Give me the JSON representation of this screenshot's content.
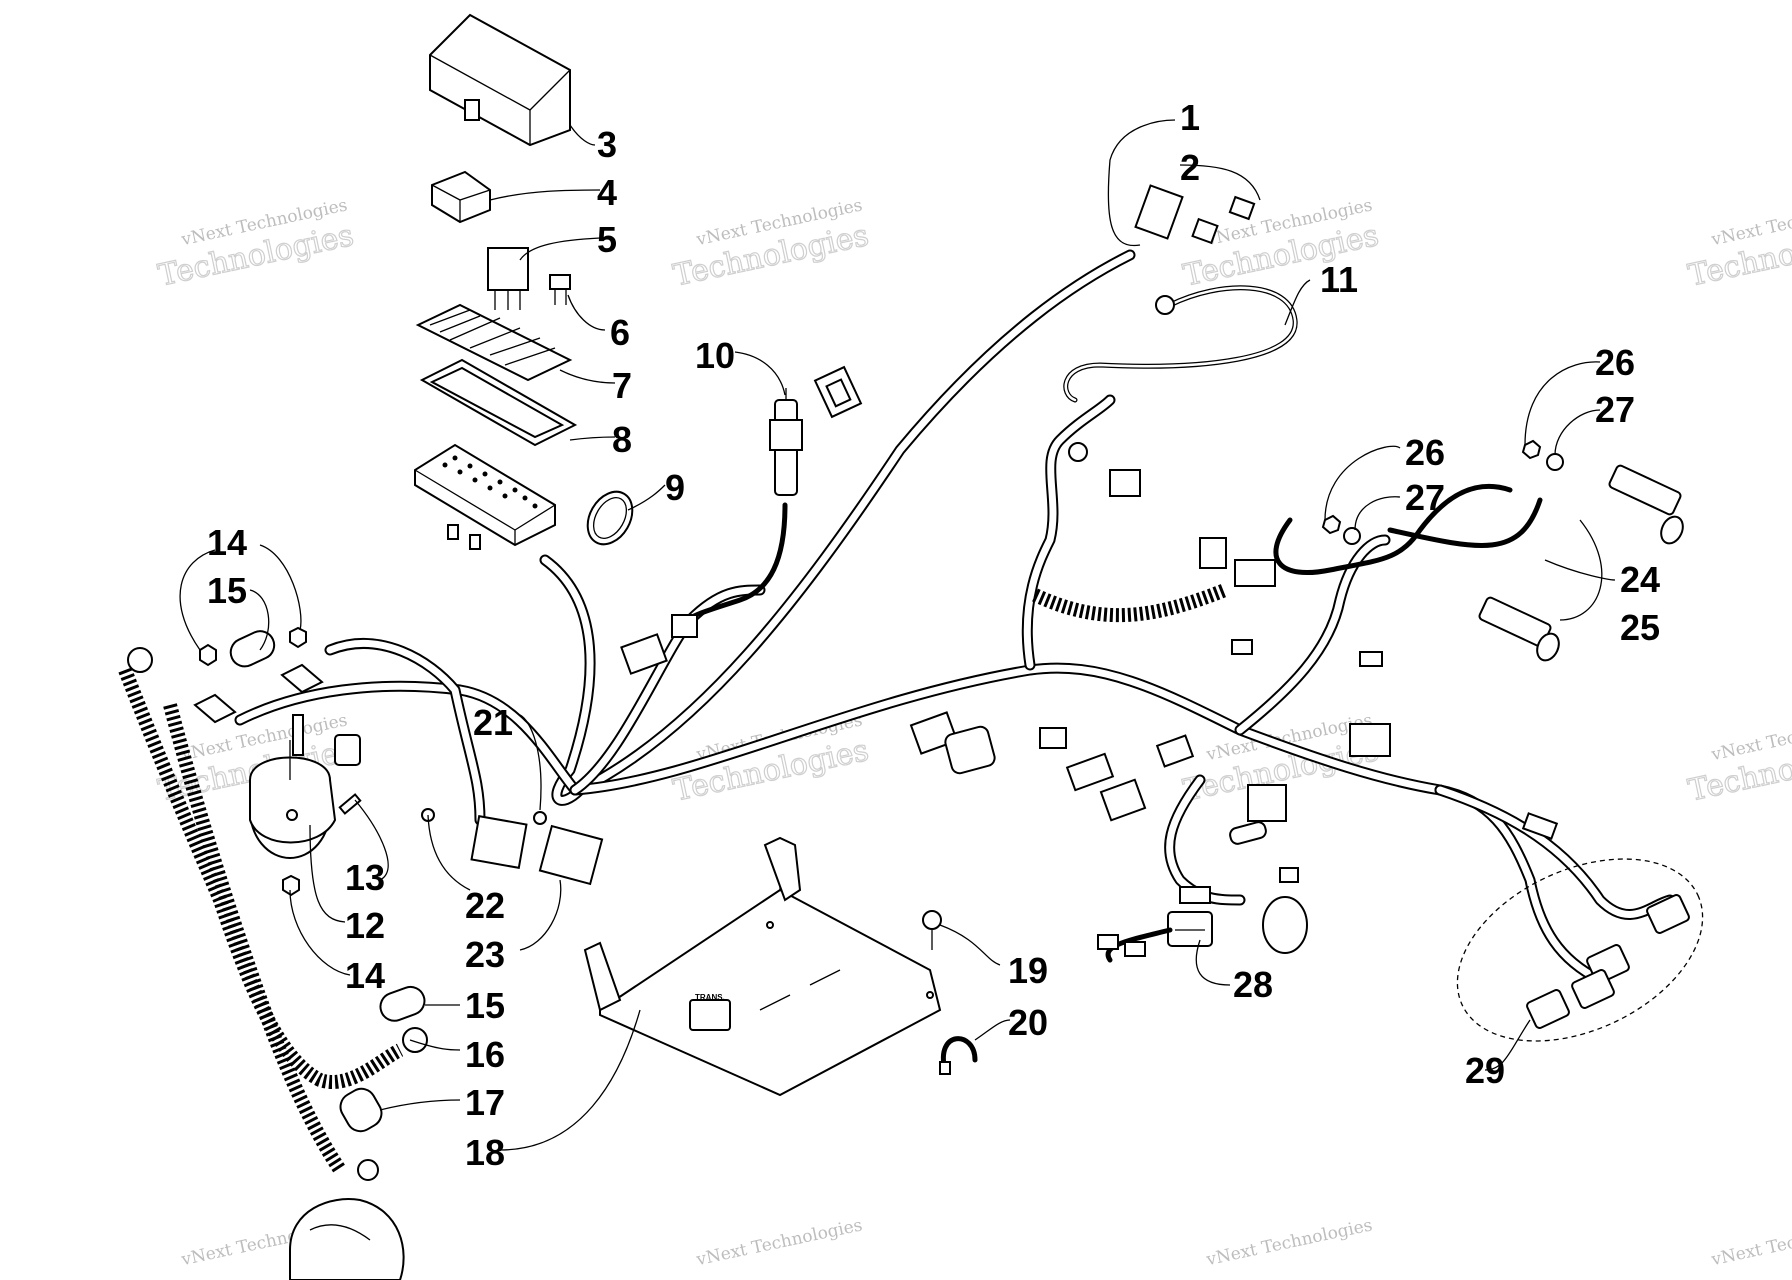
{
  "watermark": {
    "line1": "vNext Technologies",
    "line2": "Technologies"
  },
  "callouts": [
    {
      "id": "c1",
      "text": "1"
    },
    {
      "id": "c2",
      "text": "2"
    },
    {
      "id": "c3",
      "text": "3"
    },
    {
      "id": "c4",
      "text": "4"
    },
    {
      "id": "c5",
      "text": "5"
    },
    {
      "id": "c6",
      "text": "6"
    },
    {
      "id": "c7",
      "text": "7"
    },
    {
      "id": "c8",
      "text": "8"
    },
    {
      "id": "c9",
      "text": "9"
    },
    {
      "id": "c10",
      "text": "10"
    },
    {
      "id": "c11",
      "text": "11"
    },
    {
      "id": "c12",
      "text": "12"
    },
    {
      "id": "c13",
      "text": "13"
    },
    {
      "id": "c14a",
      "text": "14"
    },
    {
      "id": "c14b",
      "text": "14"
    },
    {
      "id": "c15a",
      "text": "15"
    },
    {
      "id": "c15b",
      "text": "15"
    },
    {
      "id": "c16",
      "text": "16"
    },
    {
      "id": "c17",
      "text": "17"
    },
    {
      "id": "c18",
      "text": "18"
    },
    {
      "id": "c19",
      "text": "19"
    },
    {
      "id": "c20",
      "text": "20"
    },
    {
      "id": "c21",
      "text": "21"
    },
    {
      "id": "c22",
      "text": "22"
    },
    {
      "id": "c23",
      "text": "23"
    },
    {
      "id": "c24",
      "text": "24"
    },
    {
      "id": "c25",
      "text": "25"
    },
    {
      "id": "c26a",
      "text": "26"
    },
    {
      "id": "c26b",
      "text": "26"
    },
    {
      "id": "c27a",
      "text": "27"
    },
    {
      "id": "c27b",
      "text": "27"
    },
    {
      "id": "c28",
      "text": "28"
    },
    {
      "id": "c29",
      "text": "29"
    }
  ],
  "tray_label": "TRANS."
}
